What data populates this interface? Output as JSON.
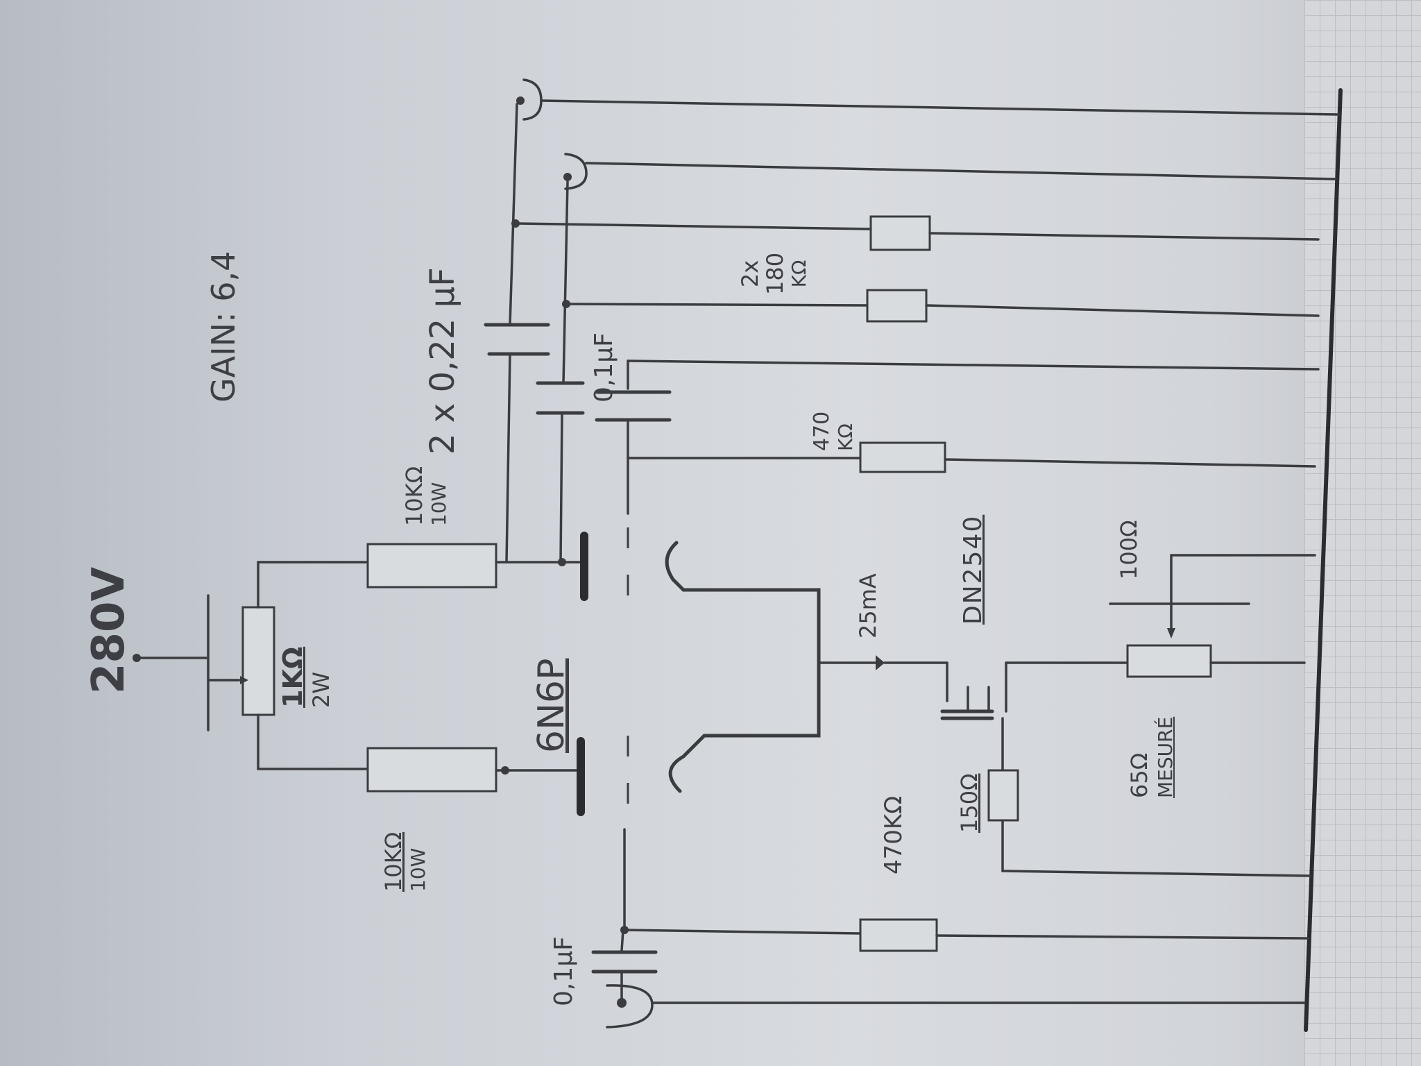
{
  "labels": {
    "supply": "280V",
    "gain": "GAIN: 6,4",
    "pot_value": "1KΩ",
    "pot_power": "2W",
    "r_anode_top_value": "10KΩ",
    "r_anode_top_power": "10W",
    "r_anode_bottom_value": "10KΩ",
    "r_anode_bottom_power": "10W",
    "cap_out": "2 x 0,22 µF",
    "cap_mid": "0,1µF",
    "cap_in": "0,1µF",
    "tube": "6N6P",
    "r_bias_top_count": "2x",
    "r_bias_top_value": "180",
    "r_bias_top_unit": "KΩ",
    "r_470_top": "470",
    "r_470_top_unit": "KΩ",
    "r_470_bottom": "470KΩ",
    "current": "25mA",
    "mosfet": "DN2540",
    "r_150": "150Ω",
    "r_100": "100Ω",
    "r_65_value": "65Ω",
    "r_65_note": "MESURÉ"
  }
}
